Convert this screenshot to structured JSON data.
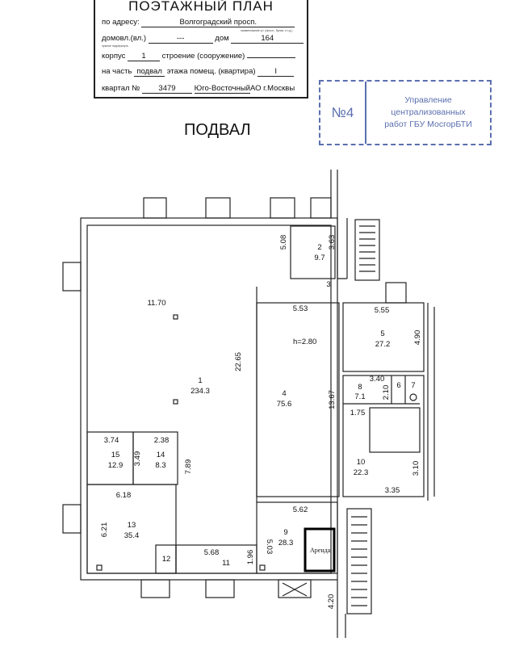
{
  "form": {
    "title": "ПОЭТАЖНЫЙ ПЛАН",
    "address_label": "по адресу:",
    "address_value": "Волгоградский просп.",
    "address_hint": "наименование ул. (просп., бульв. и т.д.)",
    "domovl_label": "домовл.(вл.)",
    "domovl_value": "---",
    "dom_label": "дом",
    "dom_value": "164",
    "hint_underline": "нужное подчеркнуть",
    "korpus_label": "корпус",
    "korpus_value": "1",
    "stroenie_label": "строение (сооружение)",
    "part_label": "на часть",
    "part_value": "подвал",
    "part_suffix": "этажа помещ. (квартира)",
    "part_num": "I",
    "kvartal_label": "квартал №",
    "kvartal_value": "3479",
    "district": "Юго-Восточный",
    "district_suffix": "АО г.Москвы"
  },
  "stamp": {
    "number": "№4",
    "line1": "Управление",
    "line2": "централизованных",
    "line3": "работ ГБУ МосгорБТИ"
  },
  "floor_title": "ПОДВАЛ",
  "plan": {
    "height_note": "h=2.80",
    "rent_label": "Аренда",
    "rooms": [
      {
        "num": "1",
        "area": "234.3"
      },
      {
        "num": "2",
        "area": "9.7"
      },
      {
        "num": "3"
      },
      {
        "num": "4",
        "area": "75.6"
      },
      {
        "num": "5",
        "area": "27.2"
      },
      {
        "num": "6"
      },
      {
        "num": "7"
      },
      {
        "num": "8",
        "area": "7.1"
      },
      {
        "num": "9",
        "area": "28.3"
      },
      {
        "num": "10",
        "area": "22.3"
      },
      {
        "num": "11"
      },
      {
        "num": "12"
      },
      {
        "num": "13",
        "area": "35.4"
      },
      {
        "num": "14",
        "area": "8.3"
      },
      {
        "num": "15",
        "area": "12.9"
      }
    ],
    "dims": [
      "11.70",
      "22.65",
      "5.08",
      "3.63",
      "5.53",
      "13.67",
      "5.55",
      "4.90",
      "3.40",
      "2.10",
      "1.75",
      "3.10",
      "3.35",
      "5.62",
      "5.03",
      "1.96",
      "5.68",
      "6.18",
      "6.21",
      "7.89",
      "3.74",
      "3.49",
      "2.38",
      "4.20"
    ]
  }
}
